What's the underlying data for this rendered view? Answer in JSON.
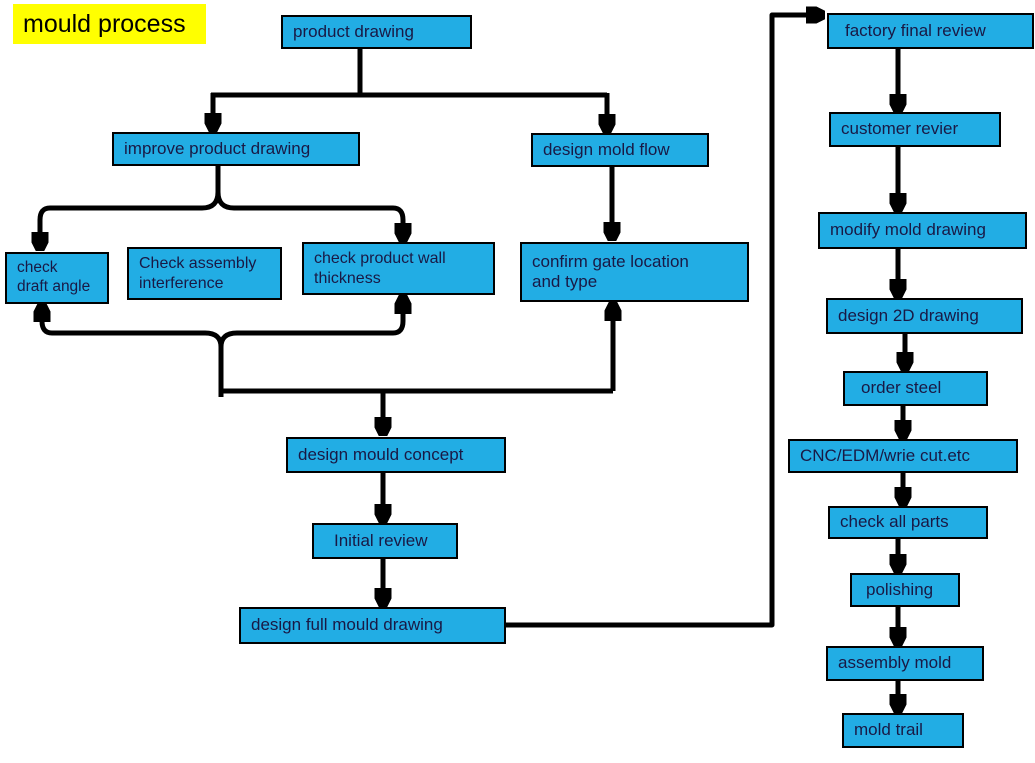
{
  "title": {
    "label": "mould process"
  },
  "colors": {
    "canvas_bg": "#ffffff",
    "title_bg": "#ffff00",
    "title_text": "#000000",
    "box_fill": "#22ade4",
    "box_border": "#000000",
    "box_text": "#191945",
    "line": "#000000"
  },
  "nodes": [
    {
      "id": "product-drawing",
      "label": "product drawing"
    },
    {
      "id": "improve-product-drawing",
      "label": "improve product drawing"
    },
    {
      "id": "design-mold-flow",
      "label": "design mold flow"
    },
    {
      "id": "check-draft-angle",
      "label": "check\ndraft angle"
    },
    {
      "id": "check-assembly-interference",
      "label": "Check assembly\ninterference"
    },
    {
      "id": "check-product-wall-thickness",
      "label": "check product wall\nthickness"
    },
    {
      "id": "confirm-gate-location",
      "label": "confirm gate location\nand type"
    },
    {
      "id": "design-mould-concept",
      "label": "design mould concept"
    },
    {
      "id": "initial-review",
      "label": "Initial review"
    },
    {
      "id": "design-full-mould-drawing",
      "label": "design full mould drawing"
    },
    {
      "id": "factory-final-review",
      "label": "factory final review"
    },
    {
      "id": "customer-revier",
      "label": "customer revier"
    },
    {
      "id": "modify-mold-drawing",
      "label": "modify mold drawing"
    },
    {
      "id": "design-2d-drawing",
      "label": "design 2D drawing"
    },
    {
      "id": "order-steel",
      "label": "order steel"
    },
    {
      "id": "cnc-edm-wire-cut",
      "label": "CNC/EDM/wrie cut.etc"
    },
    {
      "id": "check-all-parts",
      "label": "check all parts"
    },
    {
      "id": "polishing",
      "label": "polishing"
    },
    {
      "id": "assembly-mold",
      "label": "assembly mold"
    },
    {
      "id": "mold-trail",
      "label": "mold trail"
    }
  ],
  "edges": [
    "product drawing → improve product drawing",
    "product drawing → design mold flow",
    "improve product drawing → check draft angle",
    "improve product drawing → check product wall thickness",
    "design mold flow → confirm gate location and type",
    "checks merge → check draft angle (feedback up-arrow)",
    "checks merge → check product wall thickness (feedback up-arrow)",
    "checks merge → confirm gate location and type (up-arrow)",
    "checks merge → design mould concept",
    "design mould concept → Initial review",
    "Initial review → design full mould drawing",
    "design full mould drawing → factory final review",
    "factory final review → customer revier",
    "customer revier → modify mold drawing",
    "modify mold drawing → design 2D drawing",
    "design 2D drawing → order steel",
    "order steel → CNC/EDM/wrie cut.etc",
    "CNC/EDM/wrie cut.etc → check all parts",
    "check all parts → polishing",
    "polishing → assembly mold",
    "assembly mold → mold trail"
  ]
}
